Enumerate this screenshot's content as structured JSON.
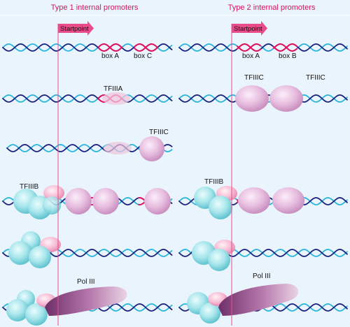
{
  "titles": {
    "left": "Type 1 internal promoters",
    "right": "Type 2 internal promoters"
  },
  "startpoint": "Startpoint",
  "boxes": {
    "box_a": "box A",
    "box_c": "box C",
    "box_b": "box B"
  },
  "factors": {
    "tfiiia": "TFIIIA",
    "tfiiic": "TFIIIC",
    "tfiiib": "TFIIIB",
    "pol3": "Pol III"
  },
  "colors": {
    "background": "#eaf4fc",
    "title": "#d4145a",
    "startpoint_arrow": "#e84d8a",
    "dna_dark": "#1a237e",
    "dna_light": "#29b6d8",
    "promoter_box": "#e4105c",
    "tfiiic_blob": "#e5b8dc",
    "tfiiib_blob": "#9ee0e6",
    "tfiiib_pink": "#f7b8d2",
    "pol3_blob": "#a9659d"
  }
}
